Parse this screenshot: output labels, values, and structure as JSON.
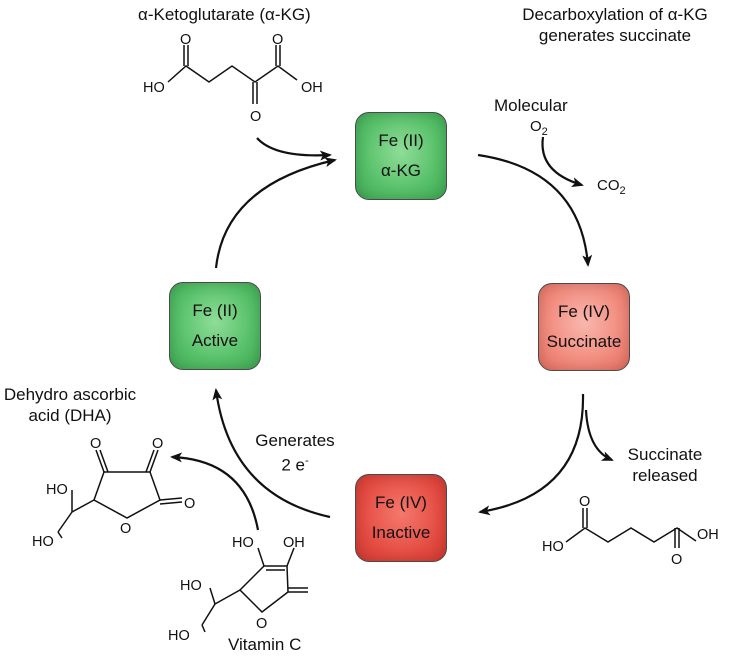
{
  "nodes": {
    "fe2_akg": {
      "line1": "Fe (II)",
      "line2": "α-KG",
      "color": "#56c068"
    },
    "fe4_succinate": {
      "line1": "Fe (IV)",
      "line2": "Succinate",
      "color": "#f1877a"
    },
    "fe4_inactive": {
      "line1": "Fe (IV)",
      "line2": "Inactive",
      "color": "#e34a40"
    },
    "fe2_active": {
      "line1": "Fe (II)",
      "line2": "Active",
      "color": "#56c068"
    }
  },
  "labels": {
    "akg_title": "α-Ketoglutarate (α-KG)",
    "decarb_line1": "Decarboxylation of α-KG",
    "decarb_line2": "generates succinate",
    "molecular": "Molecular",
    "o2_base": "O",
    "o2_sub": "2",
    "co2_base": "CO",
    "co2_sub": "2",
    "succ_line1": "Succinate",
    "succ_line2": "released",
    "dha_line1": "Dehydro ascorbic",
    "dha_line2": "acid (DHA)",
    "gen_line1": "Generates",
    "gen_line2_base": "2 e",
    "gen_line2_sup": "-",
    "vitc": "Vitamin C"
  },
  "atoms": {
    "O": "O",
    "HO": "HO",
    "OH": "OH"
  }
}
